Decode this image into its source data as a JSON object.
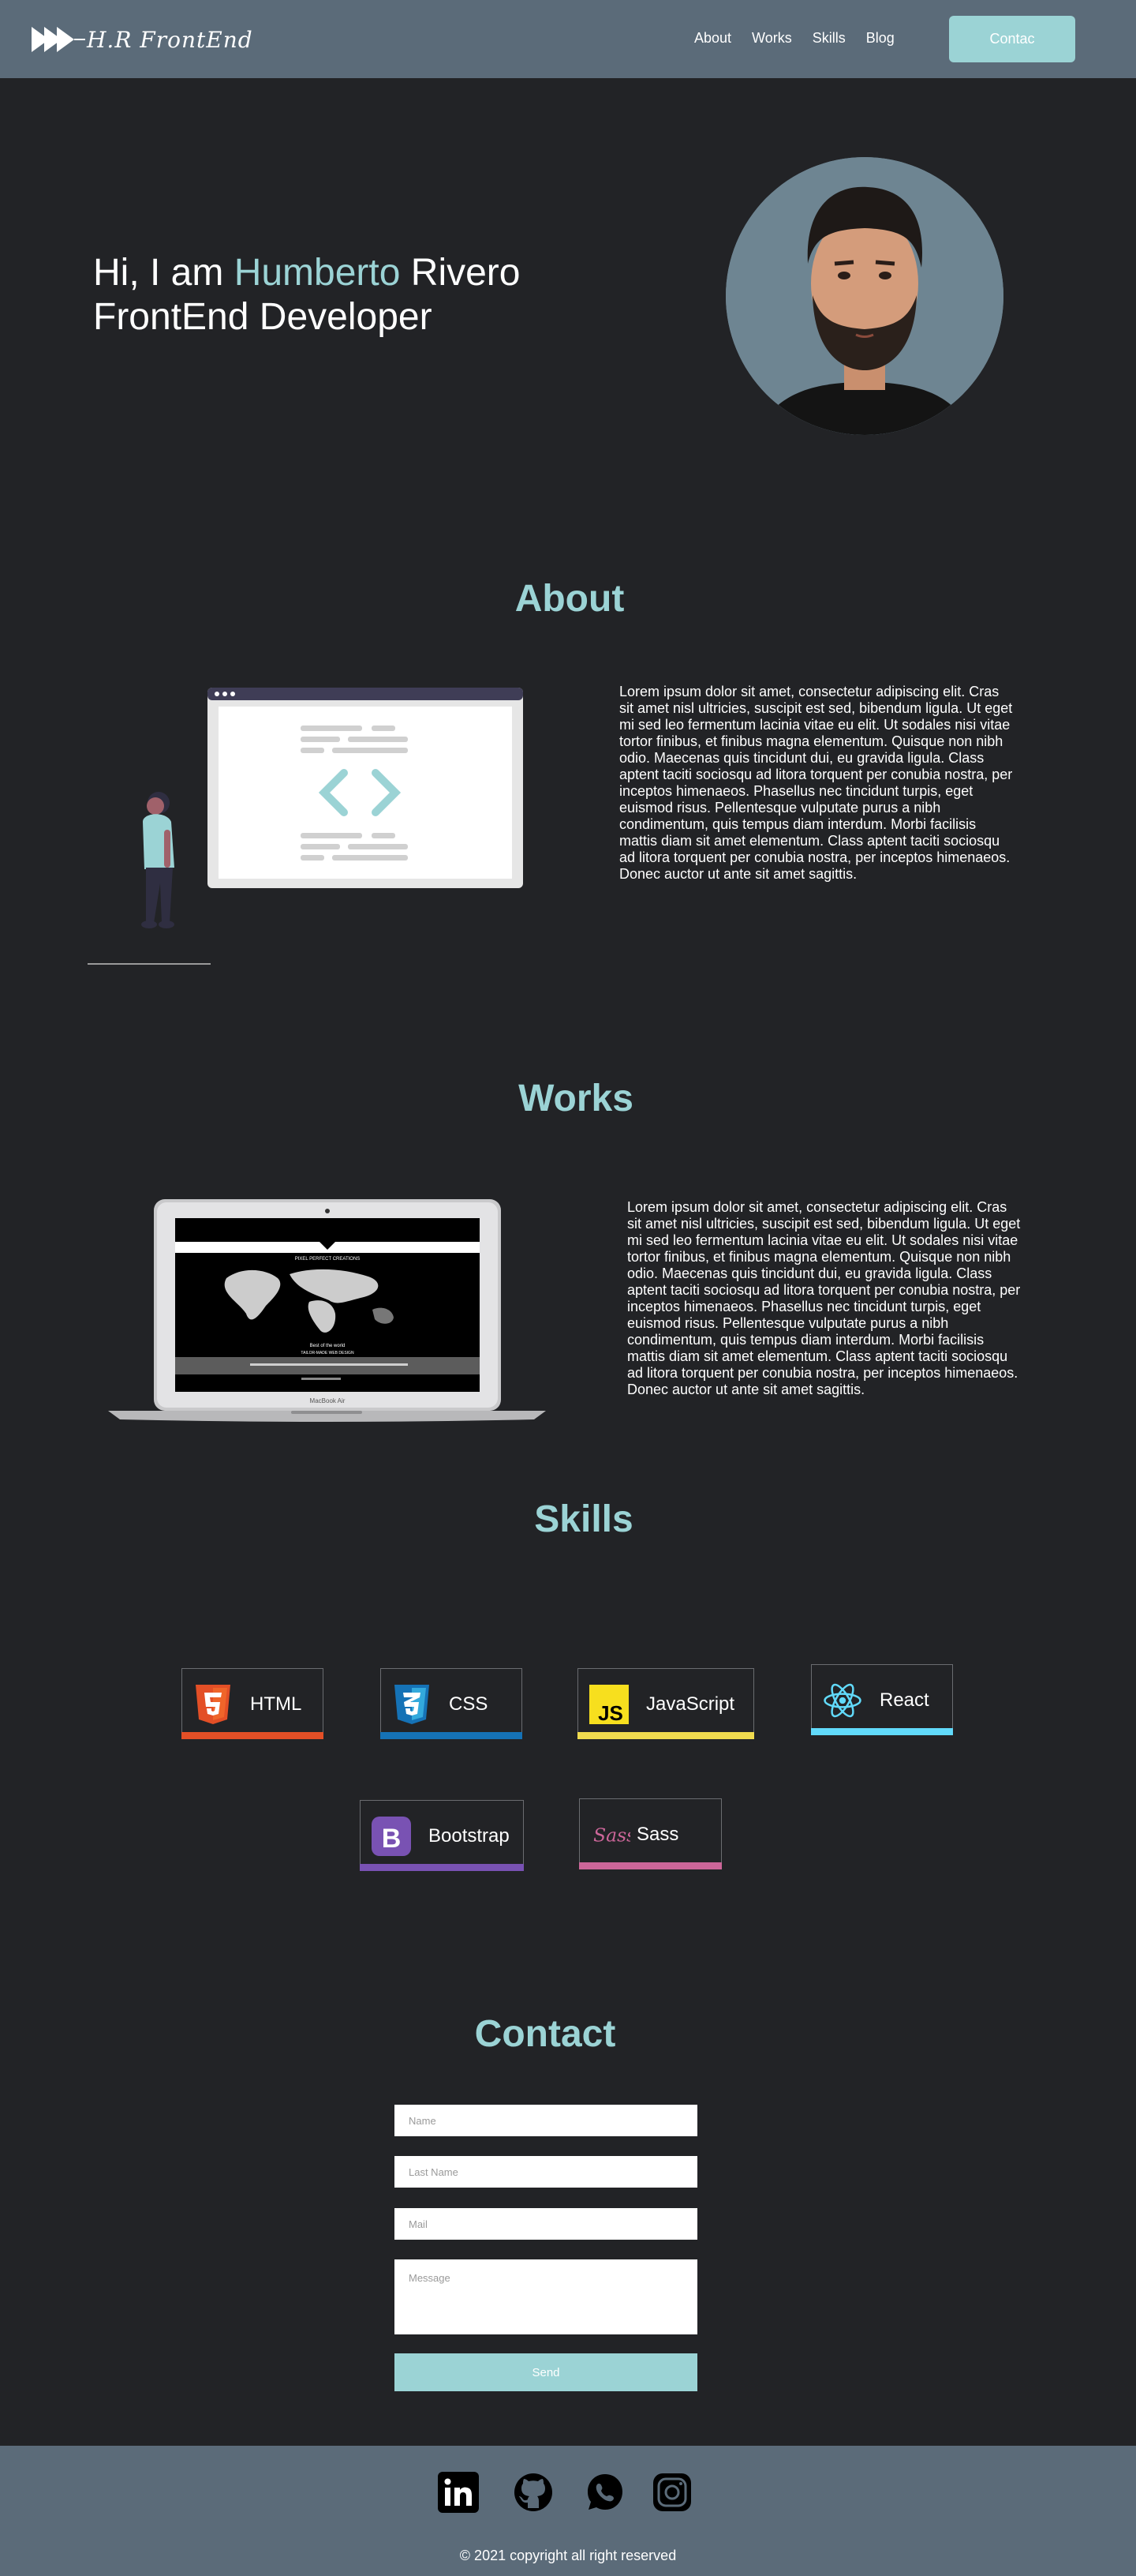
{
  "header": {
    "logo_text": "H.R FrontEnd",
    "nav": [
      {
        "label": "About"
      },
      {
        "label": "Works"
      },
      {
        "label": "Skills"
      },
      {
        "label": "Blog"
      }
    ],
    "contact_button": "Contac"
  },
  "hero": {
    "greeting": "Hi,  I am ",
    "first_name": "Humberto",
    "last_name": " Rivero",
    "role": "FrontEnd Developer"
  },
  "about": {
    "title": "About",
    "text": "Lorem ipsum dolor sit amet, consectetur adipiscing elit. Cras sit amet nisl ultricies, suscipit est sed, bibendum ligula. Ut eget mi sed leo fermentum lacinia vitae eu elit. Ut sodales nisi vitae tortor finibus, et finibus magna elementum. Quisque non nibh odio. Maecenas quis tincidunt dui, eu gravida ligula. Class aptent taciti sociosqu ad litora torquent per conubia nostra, per inceptos himenaeos. Phasellus nec tincidunt turpis, eget euismod risus. Pellentesque vulputate purus a nibh condimentum, quis tempus diam interdum. Morbi facilisis mattis diam sit amet elementum. Class aptent taciti sociosqu ad litora torquent per conubia nostra, per inceptos himenaeos. Donec auctor ut ante sit amet sagittis."
  },
  "works": {
    "title": "Works",
    "text": "Lorem ipsum dolor sit amet, consectetur adipiscing elit. Cras sit amet nisl ultricies, suscipit est sed, bibendum ligula. Ut eget mi sed leo fermentum lacinia vitae eu elit. Ut sodales nisi vitae tortor finibus, et finibus magna elementum. Quisque non nibh odio. Maecenas quis tincidunt dui, eu gravida ligula. Class aptent taciti sociosqu ad litora torquent per conubia nostra, per inceptos himenaeos. Phasellus nec tincidunt turpis, eget euismod risus. Pellentesque vulputate purus a nibh condimentum, quis tempus diam interdum. Morbi facilisis mattis diam sit amet elementum. Class aptent taciti sociosqu ad litora torquent per conubia nostra, per inceptos himenaeos. Donec auctor ut ante sit amet sagittis.",
    "laptop_screen_title": "PIXEL PERFECT CREATIONS",
    "laptop_screen_headline": "Best of the world",
    "laptop_screen_subline": "TAILOR-MADE WEB DESIGN",
    "laptop_brand": "MacBook Air"
  },
  "skills": {
    "title": "Skills",
    "items": [
      {
        "label": "HTML",
        "icon": "html5-icon",
        "color": "#e34f26"
      },
      {
        "label": "CSS",
        "icon": "css3-icon",
        "color": "#1572b6"
      },
      {
        "label": "JavaScript",
        "icon": "javascript-icon",
        "color": "#f0db4f"
      },
      {
        "label": "React",
        "icon": "react-icon",
        "color": "#61dafb"
      },
      {
        "label": "Bootstrap",
        "icon": "bootstrap-icon",
        "color": "#7952b3"
      },
      {
        "label": "Sass",
        "icon": "sass-icon",
        "color": "#cc6699"
      }
    ]
  },
  "contact": {
    "title": "Contact",
    "name_placeholder": "Name",
    "lastname_placeholder": "Last Name",
    "mail_placeholder": "Mail",
    "message_placeholder": "Message",
    "send_label": "Send"
  },
  "footer": {
    "socials": [
      "linkedin-icon",
      "github-icon",
      "whatsapp-icon",
      "instagram-icon"
    ],
    "copyright": "© 2021 copyright all right reserved"
  },
  "colors": {
    "accent": "#9bd3d5",
    "header_bg": "#5b6b79",
    "page_bg": "#222326"
  }
}
